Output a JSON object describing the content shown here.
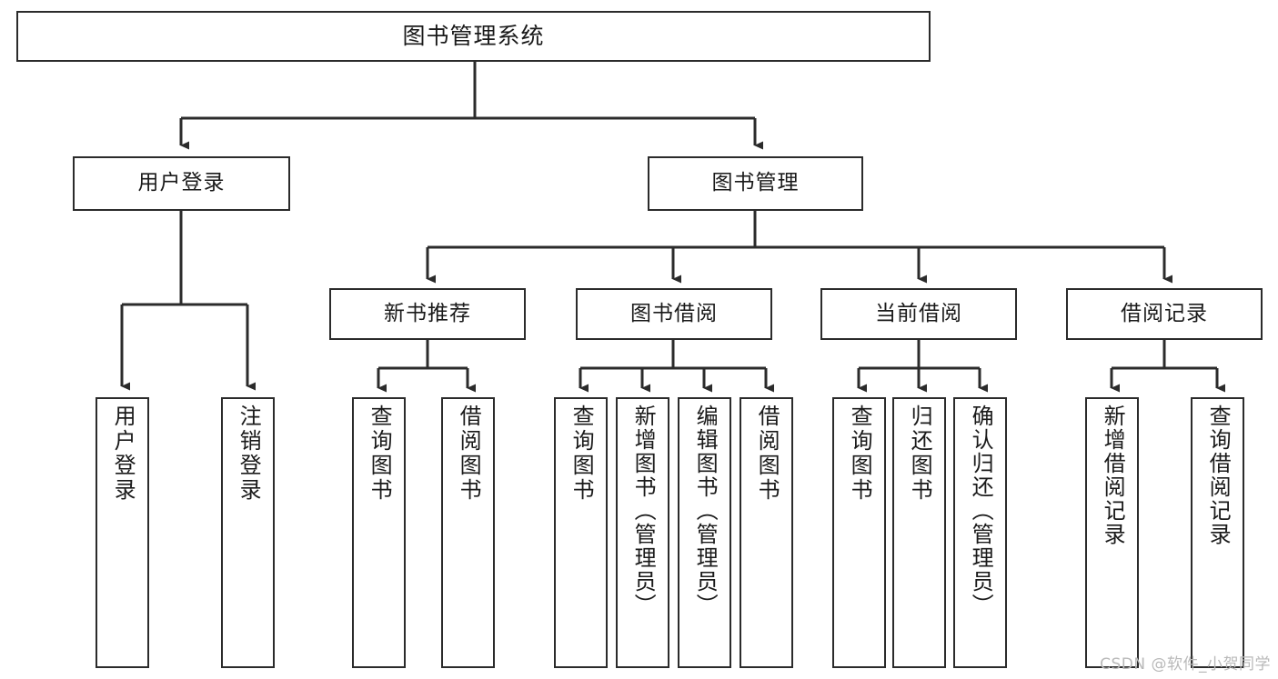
{
  "diagram": {
    "title": "图书管理系统",
    "type": "tree-hierarchy",
    "orientation": "top-down",
    "watermark": "CSDN @软件_小贺同学",
    "colors": {
      "box_border": "#2b2b2b",
      "box_fill": "#ffffff",
      "edge": "#2b2b2b",
      "text": "#1a1a1a",
      "watermark": "#b9b9b9",
      "background": "#ffffff"
    }
  },
  "nodes": {
    "root": {
      "label": "图书管理系统"
    },
    "level1": [
      {
        "label": "用户登录"
      },
      {
        "label": "图书管理"
      }
    ],
    "level2": [
      {
        "label": "新书推荐"
      },
      {
        "label": "图书借阅"
      },
      {
        "label": "当前借阅"
      },
      {
        "label": "借阅记录"
      }
    ],
    "leaves": {
      "user_login": [
        {
          "label": "用户登录"
        },
        {
          "label": "注销登录"
        }
      ],
      "new_book_recommend": [
        {
          "label": "查询图书"
        },
        {
          "label": "借阅图书"
        }
      ],
      "book_borrow": [
        {
          "label": "查询图书"
        },
        {
          "label": "新增图书（管理员）"
        },
        {
          "label": "编辑图书（管理员）"
        },
        {
          "label": "借阅图书"
        }
      ],
      "current_borrow": [
        {
          "label": "查询图书"
        },
        {
          "label": "归还图书"
        },
        {
          "label": "确认归还（管理员）"
        }
      ],
      "borrow_record": [
        {
          "label": "新增借阅记录"
        },
        {
          "label": "查询借阅记录"
        }
      ]
    }
  },
  "chart_data": {
    "type": "table",
    "title": "图书管理系统 功能结构图",
    "hierarchy": [
      {
        "level": 0,
        "label": "图书管理系统",
        "children": [
          {
            "level": 1,
            "label": "用户登录",
            "children": [
              {
                "level": 2,
                "label": "用户登录"
              },
              {
                "level": 2,
                "label": "注销登录"
              }
            ]
          },
          {
            "level": 1,
            "label": "图书管理",
            "children": [
              {
                "level": 2,
                "label": "新书推荐",
                "children": [
                  {
                    "level": 3,
                    "label": "查询图书"
                  },
                  {
                    "level": 3,
                    "label": "借阅图书"
                  }
                ]
              },
              {
                "level": 2,
                "label": "图书借阅",
                "children": [
                  {
                    "level": 3,
                    "label": "查询图书"
                  },
                  {
                    "level": 3,
                    "label": "新增图书（管理员）"
                  },
                  {
                    "level": 3,
                    "label": "编辑图书（管理员）"
                  },
                  {
                    "level": 3,
                    "label": "借阅图书"
                  }
                ]
              },
              {
                "level": 2,
                "label": "当前借阅",
                "children": [
                  {
                    "level": 3,
                    "label": "查询图书"
                  },
                  {
                    "level": 3,
                    "label": "归还图书"
                  },
                  {
                    "level": 3,
                    "label": "确认归还（管理员）"
                  }
                ]
              },
              {
                "level": 2,
                "label": "借阅记录",
                "children": [
                  {
                    "level": 3,
                    "label": "新增借阅记录"
                  },
                  {
                    "level": 3,
                    "label": "查询借阅记录"
                  }
                ]
              }
            ]
          }
        ]
      }
    ]
  }
}
